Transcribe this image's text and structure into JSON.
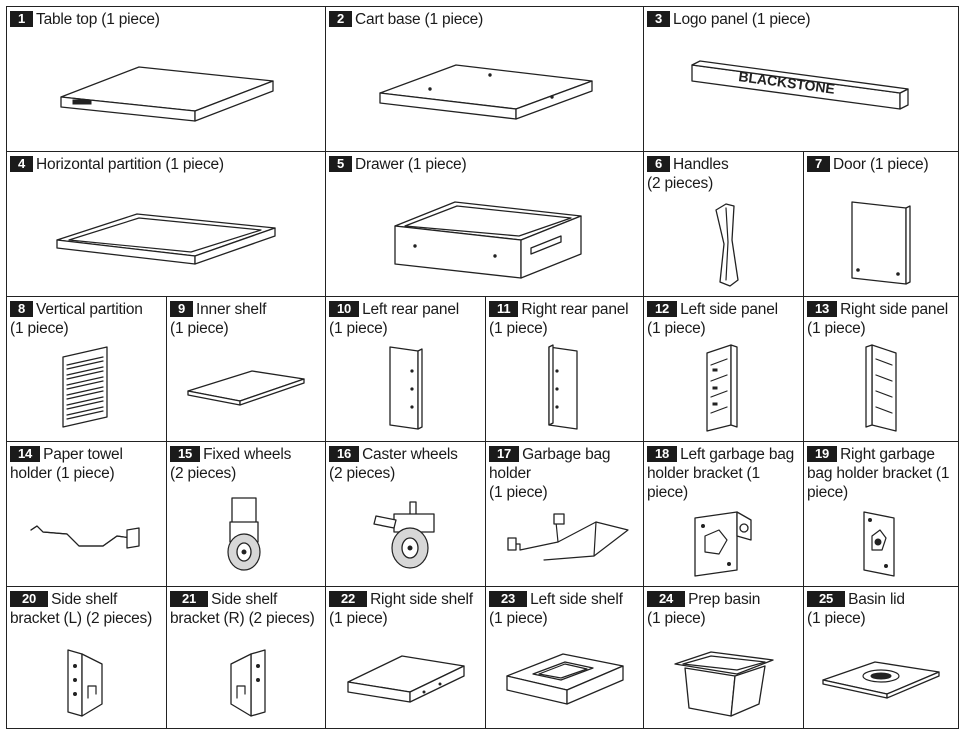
{
  "parts": [
    {
      "num": "1",
      "name": "Table top",
      "qty": "(1 piece)",
      "icon": "table-top-icon"
    },
    {
      "num": "2",
      "name": "Cart base",
      "qty": "(1 piece)",
      "icon": "cart-base-icon"
    },
    {
      "num": "3",
      "name": "Logo panel",
      "qty": "(1 piece)",
      "icon": "logo-panel-icon",
      "logo_text": "BLACKSTONE"
    },
    {
      "num": "4",
      "name": "Horizontal partition",
      "qty": "(1 piece)",
      "icon": "horizontal-partition-icon"
    },
    {
      "num": "5",
      "name": "Drawer",
      "qty": "(1 piece)",
      "icon": "drawer-icon"
    },
    {
      "num": "6",
      "name": "Handles",
      "qty": "(2 pieces)",
      "icon": "handle-icon"
    },
    {
      "num": "7",
      "name": "Door",
      "qty": "(1 piece)",
      "icon": "door-icon"
    },
    {
      "num": "8",
      "name": "Vertical partition",
      "qty": "(1 piece)",
      "icon": "vertical-partition-icon"
    },
    {
      "num": "9",
      "name": "Inner shelf",
      "qty": "(1 piece)",
      "icon": "inner-shelf-icon"
    },
    {
      "num": "10",
      "name": "Left rear panel",
      "qty": "(1 piece)",
      "icon": "left-rear-panel-icon"
    },
    {
      "num": "11",
      "name": "Right rear panel",
      "qty": "(1 piece)",
      "icon": "right-rear-panel-icon"
    },
    {
      "num": "12",
      "name": "Left side panel",
      "qty": "(1 piece)",
      "icon": "left-side-panel-icon"
    },
    {
      "num": "13",
      "name": "Right side panel",
      "qty": "(1 piece)",
      "icon": "right-side-panel-icon"
    },
    {
      "num": "14",
      "name": "Paper towel holder",
      "qty": "(1 piece)",
      "icon": "paper-towel-holder-icon"
    },
    {
      "num": "15",
      "name": "Fixed wheels",
      "qty": "(2 pieces)",
      "icon": "fixed-wheel-icon"
    },
    {
      "num": "16",
      "name": "Caster wheels",
      "qty": "(2 pieces)",
      "icon": "caster-wheel-icon"
    },
    {
      "num": "17",
      "name": "Garbage bag holder",
      "qty": "(1 piece)",
      "icon": "garbage-bag-holder-icon"
    },
    {
      "num": "18",
      "name": "Left garbage bag holder bracket",
      "qty": "(1 piece)",
      "icon": "left-bracket-icon"
    },
    {
      "num": "19",
      "name": "Right garbage bag holder bracket",
      "qty": "(1 piece)",
      "icon": "right-bracket-icon"
    },
    {
      "num": "20",
      "name": "Side shelf bracket (L)",
      "qty": "(2 pieces)",
      "icon": "side-shelf-bracket-left-icon"
    },
    {
      "num": "21",
      "name": "Side shelf bracket (R)",
      "qty": "(2 pieces)",
      "icon": "side-shelf-bracket-right-icon"
    },
    {
      "num": "22",
      "name": "Right side shelf",
      "qty": "(1 piece)",
      "icon": "right-side-shelf-icon"
    },
    {
      "num": "23",
      "name": "Left side shelf",
      "qty": "(1 piece)",
      "icon": "left-side-shelf-icon"
    },
    {
      "num": "24",
      "name": "Prep basin",
      "qty": "(1 piece)",
      "icon": "prep-basin-icon"
    },
    {
      "num": "25",
      "name": "Basin lid",
      "qty": "(1 piece)",
      "icon": "basin-lid-icon"
    }
  ]
}
